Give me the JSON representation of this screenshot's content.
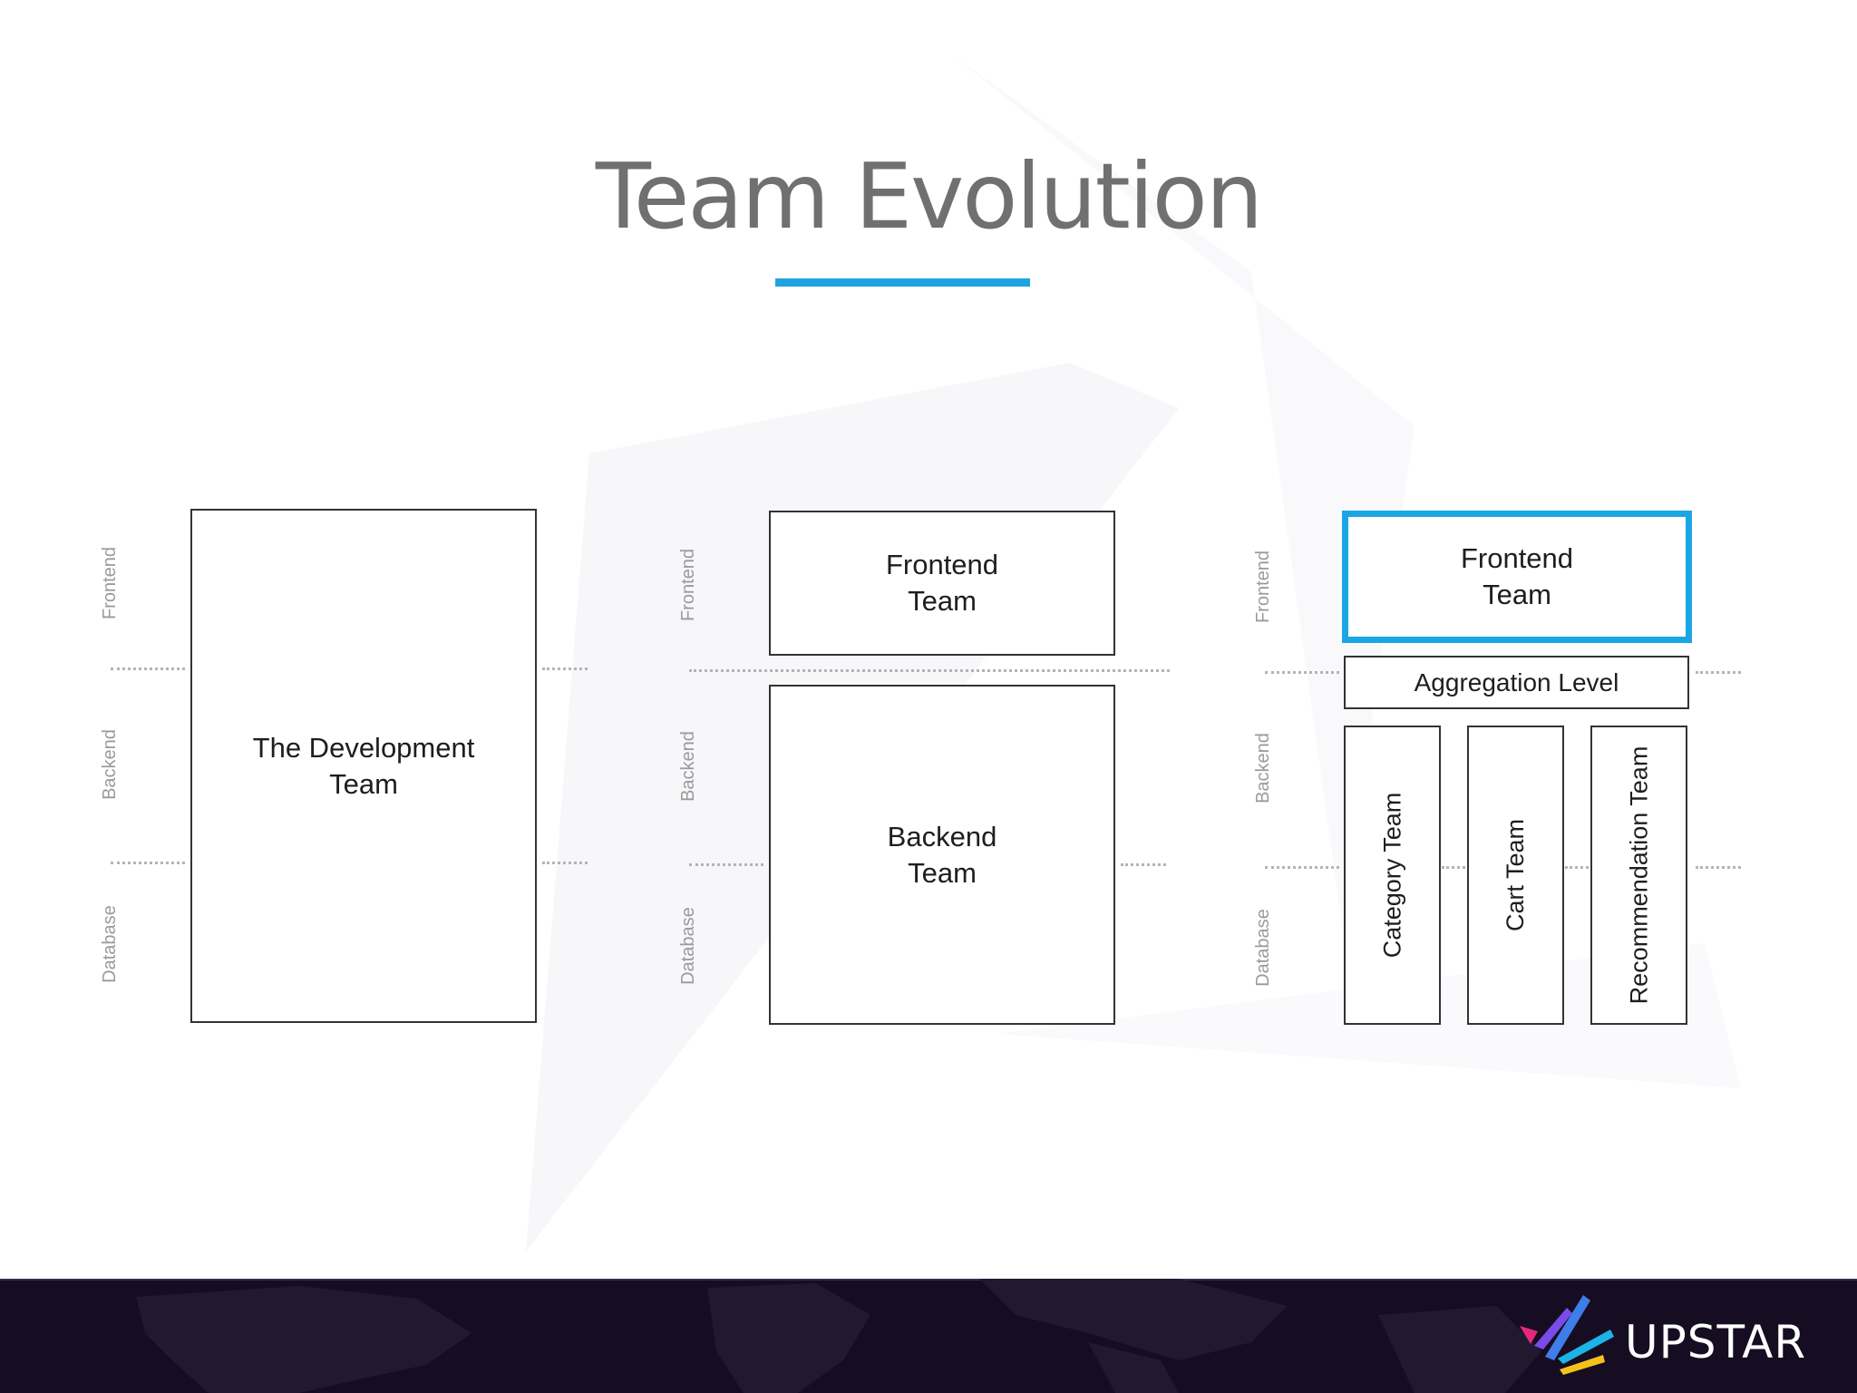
{
  "title": "Team Evolution",
  "accent_color": "#1fa3e0",
  "layer_labels": [
    "Frontend",
    "Backend",
    "Database"
  ],
  "stage1": {
    "team": "The Development Team"
  },
  "stage2": {
    "frontend_team": "Frontend Team",
    "backend_team": "Backend Team"
  },
  "stage3": {
    "frontend_team": "Frontend Team",
    "aggregation": "Aggregation Level",
    "category_team": "Category Team",
    "cart_team": "Cart Team",
    "recommendation_team": "Recommendation Team"
  },
  "logo": {
    "text": "UPSTAR",
    "icon": "upstar-logo-icon"
  }
}
